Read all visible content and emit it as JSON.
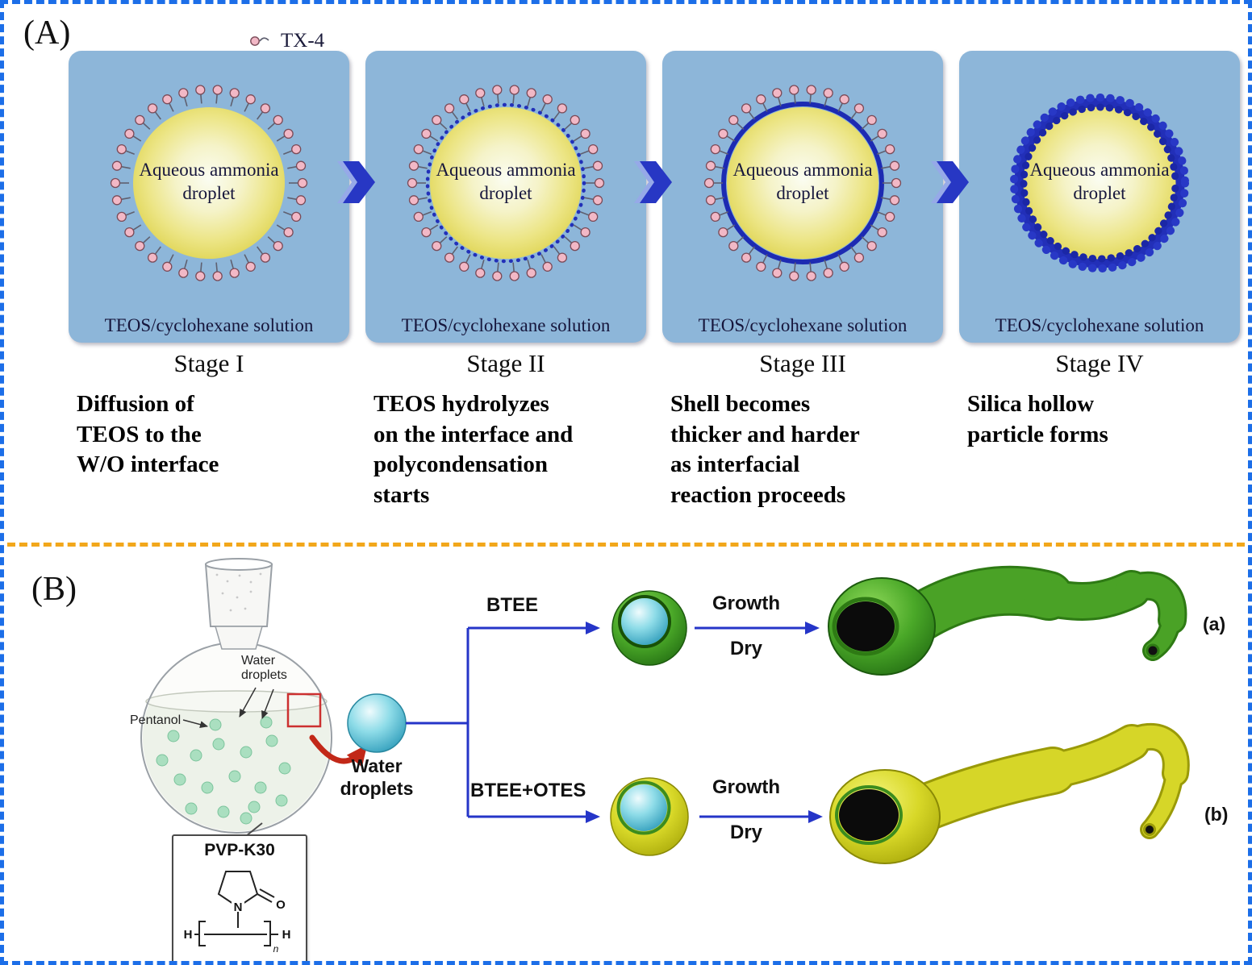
{
  "panelA": {
    "label": "(A)",
    "legend": "TX-4",
    "stages": [
      {
        "droplet": "Aqueous ammonia\ndroplet",
        "solution": "TEOS/cyclohexane solution",
        "stage": "Stage I",
        "description": "Diffusion of\nTEOS to the\nW/O interface"
      },
      {
        "droplet": "Aqueous ammonia\ndroplet",
        "solution": "TEOS/cyclohexane solution",
        "stage": "Stage II",
        "description": "TEOS hydrolyzes\non the interface and\npolycondensation\nstarts"
      },
      {
        "droplet": "Aqueous ammonia\ndroplet",
        "solution": "TEOS/cyclohexane solution",
        "stage": "Stage III",
        "description": "Shell becomes\nthicker and harder\nas interfacial\nreaction proceeds"
      },
      {
        "droplet": "Aqueous ammonia\ndroplet",
        "solution": "TEOS/cyclohexane solution",
        "stage": "Stage IV",
        "description": "Silica hollow\nparticle forms"
      }
    ]
  },
  "panelB": {
    "label": "(B)",
    "flask": {
      "water_label": "Water\ndroplets",
      "pentanol": "Pentanol"
    },
    "pvp": {
      "title": "PVP-K30",
      "n_atom": "N",
      "o_atom": "O",
      "h_left": "H",
      "h_right": "H",
      "sub_n": "n"
    },
    "sphere_label": "Water\ndroplets",
    "top_branch": {
      "reagent": "BTEE",
      "growth": "Growth",
      "dry": "Dry",
      "tag": "(a)"
    },
    "bottom_branch": {
      "reagent": "BTEE+OTES",
      "growth": "Growth",
      "dry": "Dry",
      "tag": "(b)"
    }
  },
  "colors": {
    "border_blue": "#1c6ee8",
    "divider_orange": "#f2a71b",
    "stage_box_blue": "#8db6d9",
    "shell_navy": "#2230b8",
    "stage_arrow_blue": "#2737c4",
    "branch_blue": "#2535c8",
    "surfactant_pink": "#f2b8c6",
    "droplet_yellow": "#ece585",
    "red_arrow": "#c22818",
    "worm_green": "#4aa226",
    "worm_yellow": "#d6d628",
    "core_cyan": "#8edce8"
  }
}
